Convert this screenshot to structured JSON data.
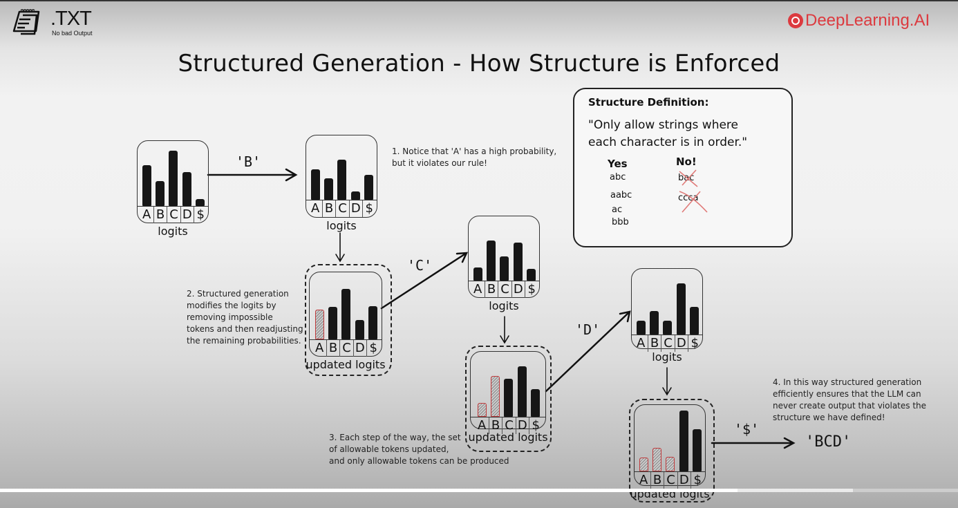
{
  "header": {
    "logo_title": ".TXT",
    "logo_subtitle": "No bad Output",
    "brand": "DeepLearning.AI",
    "brand_color": "#dc3a3f",
    "slide_title": "Structured Generation - How Structure is Enforced"
  },
  "structure_box": {
    "heading": "Structure Definition:",
    "rule_line1": "\"Only allow strings where",
    "rule_line2": "each character is in order.\"",
    "yes_label": "Yes",
    "no_label": "No!",
    "yes_items": [
      "abc",
      "aabc",
      "ac",
      "bbb"
    ],
    "no_items": [
      "bac",
      "ccca"
    ]
  },
  "notes": {
    "n1": [
      "1. Notice that 'A' has a high probability,",
      "but it violates our rule!"
    ],
    "n2": [
      "2. Structured generation",
      "modifies the logits by",
      "removing impossible",
      "tokens and then readjusting",
      "the remaining probabilities."
    ],
    "n3": [
      "3. Each step of the way, the set",
      "of allowable tokens updated,",
      "and only allowable tokens can be produced"
    ],
    "n4": [
      "4. In this way structured generation",
      "efficiently ensures that the LLM can",
      "never create output that violates the",
      "structure we have defined!"
    ]
  },
  "tokens": {
    "t1": "'B'",
    "t2": "'C'",
    "t3": "'D'",
    "t4": "'$'",
    "result": "'BCD'"
  },
  "token_labels": [
    "A",
    "B",
    "C",
    "D",
    "$"
  ],
  "panels": [
    {
      "label": "logits",
      "values": [
        0.74,
        0.45,
        1.0,
        0.61,
        0.13
      ],
      "removed": []
    },
    {
      "label": "logits",
      "values": [
        0.55,
        0.39,
        0.73,
        0.15,
        0.45
      ],
      "removed": []
    },
    {
      "label": "updated logits",
      "values": [
        0.54,
        0.59,
        0.91,
        0.35,
        0.6
      ],
      "removed": [
        "A"
      ]
    },
    {
      "label": "logits",
      "values": [
        0.24,
        0.73,
        0.44,
        0.69,
        0.21
      ],
      "removed": []
    },
    {
      "label": "updated logits",
      "values": [
        0.25,
        0.74,
        0.69,
        0.91,
        0.5
      ],
      "removed": [
        "A",
        "B"
      ]
    },
    {
      "label": "logits",
      "values": [
        0.25,
        0.43,
        0.25,
        0.93,
        0.5
      ],
      "removed": []
    },
    {
      "label": "updated logits",
      "values": [
        0.25,
        0.43,
        0.26,
        1.1,
        0.76
      ],
      "removed": [
        "A",
        "B",
        "C"
      ]
    }
  ],
  "video_progress": {
    "played_fraction": 0.77,
    "buffered_fraction": 0.89
  }
}
